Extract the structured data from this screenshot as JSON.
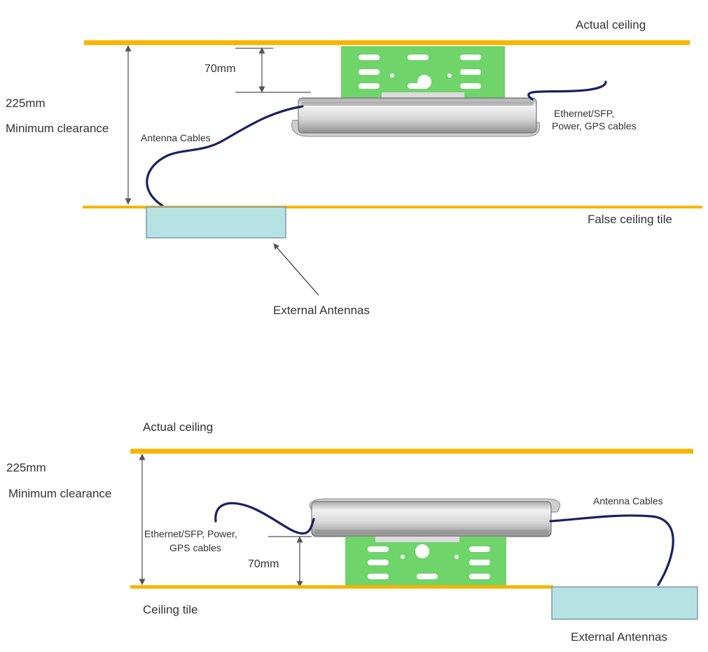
{
  "colors": {
    "ceiling_line": "#f7b400",
    "bracket": "#6fd46a",
    "cable": "#1a2060",
    "antenna_fill": "#b7e2e4",
    "antenna_stroke": "#7c9aa3",
    "dimension_line": "#555555",
    "text": "#333333"
  },
  "top_diagram": {
    "actual_ceiling": "Actual ceiling",
    "clearance_value": "225mm",
    "clearance_label": "Minimum clearance",
    "bracket_height": "70mm",
    "antenna_cables": "Antenna Cables",
    "device_cables_line1": "Ethernet/SFP,",
    "device_cables_line2": "Power,  GPS cables",
    "false_ceiling": "False ceiling tile",
    "external_antennas": "External Antennas"
  },
  "bottom_diagram": {
    "actual_ceiling": "Actual ceiling",
    "clearance_value": "225mm",
    "clearance_label": "Minimum clearance",
    "device_cables_line1": "Ethernet/SFP, Power,",
    "device_cables_line2": "GPS cables",
    "bracket_height": "70mm",
    "antenna_cables": "Antenna Cables",
    "ceiling_tile": "Ceiling tile",
    "external_antennas": "External Antennas"
  }
}
